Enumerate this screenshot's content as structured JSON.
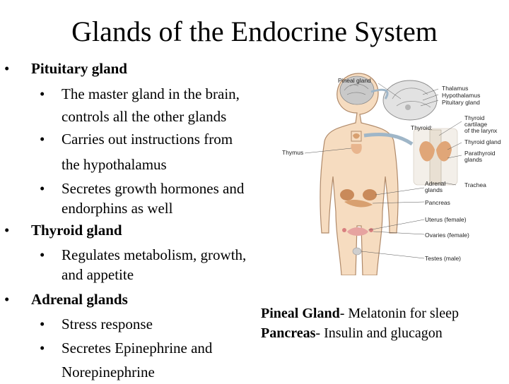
{
  "slide": {
    "title": "Glands of the Endocrine System"
  },
  "bullets": [
    {
      "text": "Pituitary gland",
      "sub": [
        [
          "The master gland in the brain,",
          "controls all the other glands"
        ],
        [
          "Carries out instructions from",
          "the hypothalamus"
        ],
        [
          "Secretes growth hormones and",
          "endorphins as well"
        ]
      ]
    },
    {
      "text": "Thyroid gland",
      "sub": [
        [
          "Regulates metabolism, growth,",
          "and appetite"
        ]
      ]
    },
    {
      "text": "Adrenal glands",
      "sub": [
        [
          "Stress response"
        ],
        [
          "Secretes Epinephrine and",
          "Norepinephrine"
        ]
      ]
    }
  ],
  "facts": [
    {
      "term": "Pineal Gland",
      "desc": "- Melatonin for sleep"
    },
    {
      "term": "Pancreas",
      "desc": "- Insulin and glucagon"
    }
  ],
  "diagram_labels": {
    "pineal": "Pineal gland",
    "thalamus": "Thalamus",
    "hypothalamus": "Hypothalamus",
    "pituitary": "Pituitary gland",
    "thyroid_heading": "Thyroid:",
    "thyroid_cartilage_1": "Thyroid",
    "thyroid_cartilage_2": "cartilage",
    "thyroid_cartilage_3": "of the larynx",
    "thyroid_gland": "Thyroid gland",
    "parathyroid_1": "Parathyroid",
    "parathyroid_2": "glands",
    "thymus": "Thymus",
    "adrenal_1": "Adrenal",
    "adrenal_2": "glands",
    "trachea": "Trachea",
    "pancreas": "Pancreas",
    "uterus": "Uterus (female)",
    "ovaries": "Ovaries (female)",
    "testes": "Testes (male)"
  },
  "colors": {
    "body_fill": "#f6dcc0",
    "body_stroke": "#b08a6a",
    "brain": "#c9c9c9",
    "gland": "#d8a070",
    "inset_arrow": "#9fb6c8"
  }
}
